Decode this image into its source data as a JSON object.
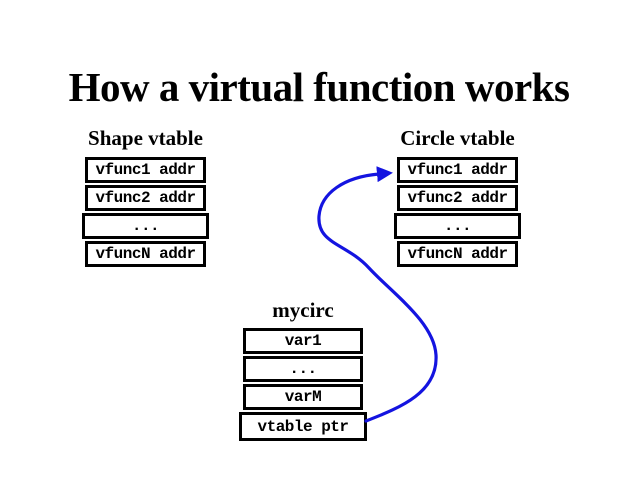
{
  "title": "How a virtual function works",
  "colors": {
    "ink": "#000000",
    "background": "#ffffff",
    "arrow": "#1414e0"
  },
  "shape_vtable": {
    "label": "Shape vtable",
    "rows": [
      "vfunc1 addr",
      "vfunc2 addr",
      "...",
      "vfuncN addr"
    ]
  },
  "circle_vtable": {
    "label": "Circle vtable",
    "rows": [
      "vfunc1 addr",
      "vfunc2 addr",
      "...",
      "vfuncN addr"
    ]
  },
  "mycirc": {
    "label": "mycirc",
    "rows": [
      "var1",
      "...",
      "varM",
      "vtable ptr"
    ]
  }
}
